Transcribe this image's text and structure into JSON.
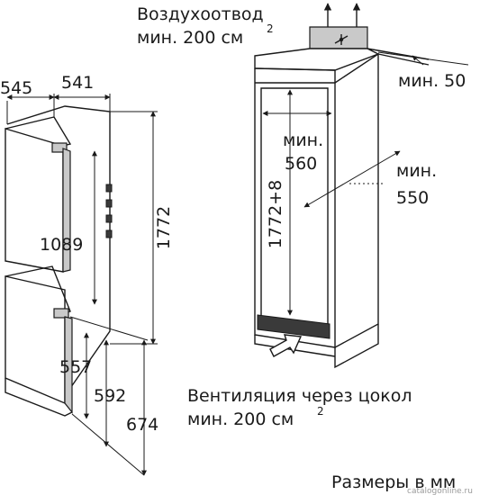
{
  "left_diagram": {
    "depth_outer": "545",
    "depth_inner": "541",
    "height_total": "1772",
    "height_upper": "1089",
    "dim_557": "557",
    "dim_592": "592",
    "dim_674": "674"
  },
  "right_diagram": {
    "air_outlet_label": "Воздухоотвод",
    "air_outlet_area": "мин. 200 см",
    "air_outlet_sup": "2",
    "min_50": "мин. 50",
    "width_min_label": "мин.",
    "width_min_value": "560",
    "height_niche": "1772+8",
    "depth_min_label": "мин.",
    "depth_min_value": "550"
  },
  "bottom": {
    "vent_label": "Вентиляция через цокол",
    "vent_area": "мин. 200 см",
    "vent_sup": "2",
    "units_label": "Размеры в мм",
    "watermark": "catalogonline.ru"
  },
  "icons": {
    "arrow_up": "arrow-up-icon",
    "arrow_in": "arrow-right-icon",
    "fan": "fan-icon"
  }
}
